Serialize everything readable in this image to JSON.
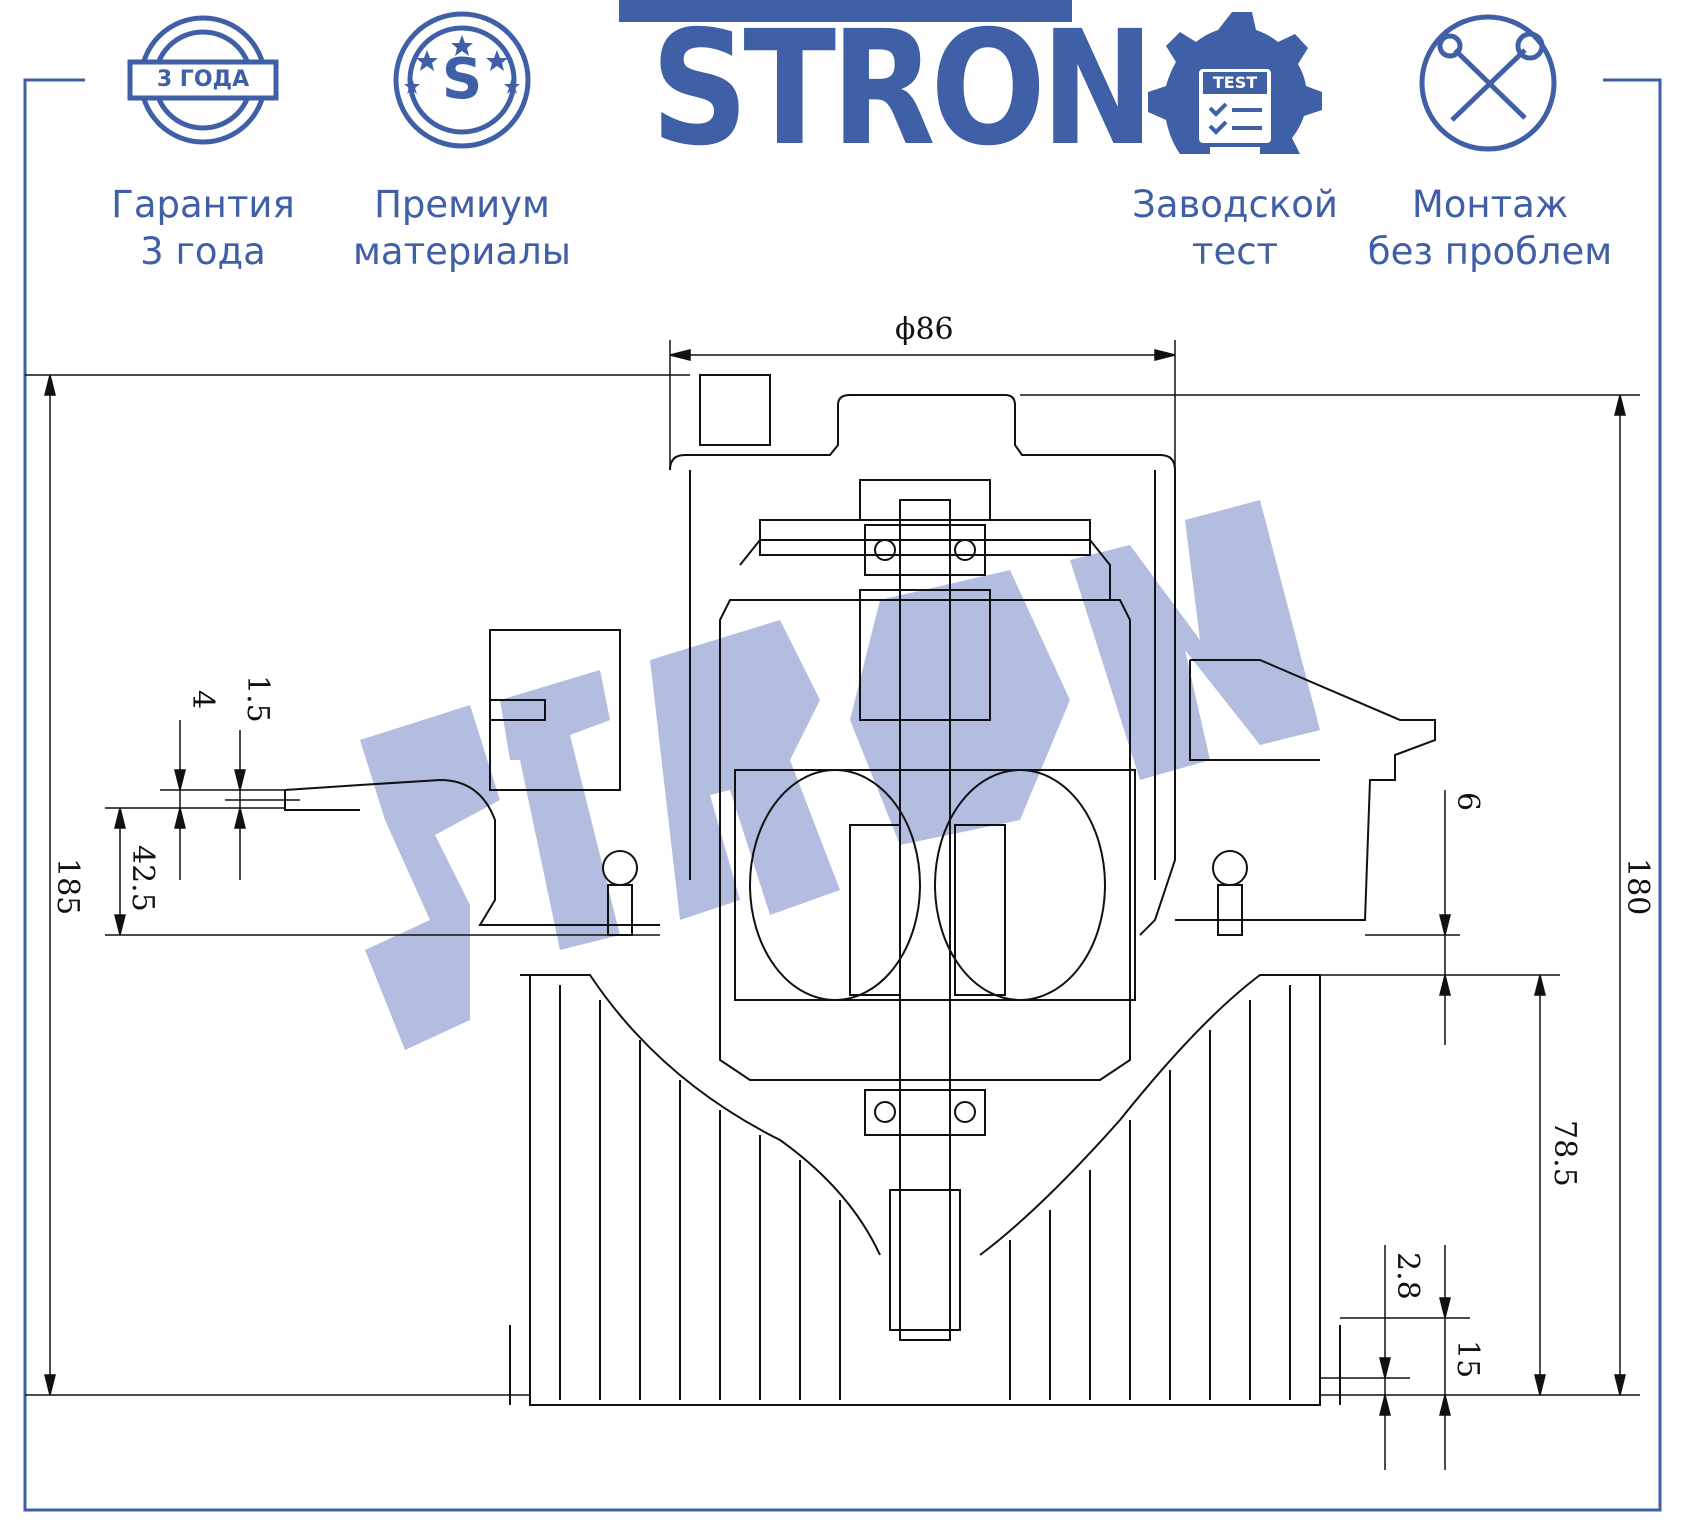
{
  "brand": {
    "name": "STRON",
    "color": "#3f5fa6"
  },
  "watermark": {
    "text": "STRON",
    "color": "#b3bde0"
  },
  "features": [
    {
      "icon": "warranty-seal-icon",
      "badge_text": "3 ГОДА",
      "line1": "Гарантия",
      "line2": "3 года"
    },
    {
      "icon": "premium-s-icon",
      "badge_text": "S",
      "line1": "Премиум",
      "line2": "материалы"
    },
    {
      "icon": "factory-test-gear-icon",
      "badge_text": "TEST",
      "line1": "Заводской",
      "line2": "тест"
    },
    {
      "icon": "tools-icon",
      "badge_text": "",
      "line1": "Монтаж",
      "line2": "без проблем"
    }
  ],
  "dimensions": {
    "diameter": "ϕ86",
    "height_total_left": "185",
    "height_total_right": "180",
    "d_1_5": "1.5",
    "d_4": "4",
    "d_42_5": "42.5",
    "d_6": "6",
    "d_78_5": "78.5",
    "d_2_8": "2.8",
    "d_15": "15"
  }
}
